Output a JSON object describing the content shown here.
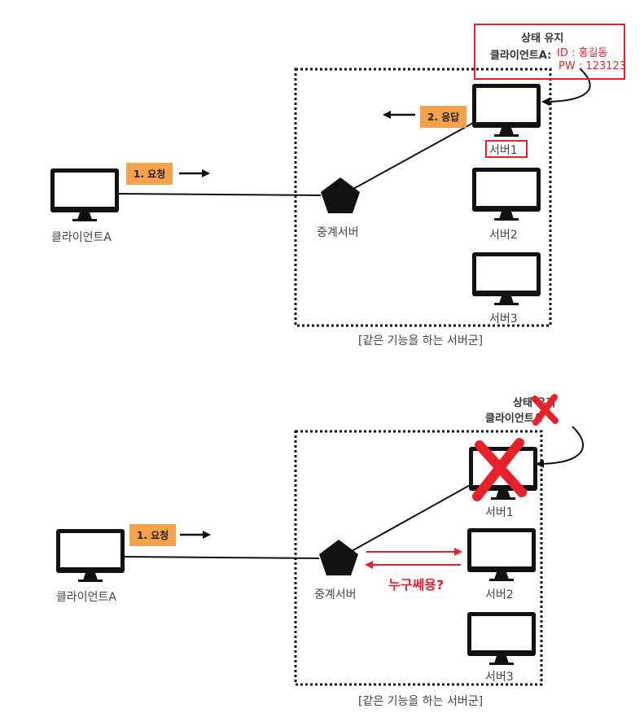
{
  "top": {
    "client_label": "클라이언트A",
    "request_label": "1. 요청",
    "response_label": "2. 응답",
    "proxy_label": "중계서버",
    "servers": [
      "서버1",
      "서버2",
      "서버3"
    ],
    "group_label": "[같은 기능을 하는 서버군]",
    "state_title": "상태 유지",
    "state_client": "클라이언트A:",
    "state_id": "ID : 홍길동",
    "state_pw": "PW : 123123"
  },
  "bottom": {
    "client_label": "클라이언트A",
    "request_label": "1. 요청",
    "proxy_label": "중계서버",
    "servers": [
      "서버1",
      "서버2",
      "서버3"
    ],
    "group_label": "[같은 기능을 하는 서버군]",
    "state_title": "상태 유지",
    "state_client": "클라이언트A",
    "question_label": "누구쎄용?"
  },
  "colors": {
    "accent_orange": "#f5a04a",
    "alert_red": "#e8202a",
    "stroke": "#111111"
  }
}
